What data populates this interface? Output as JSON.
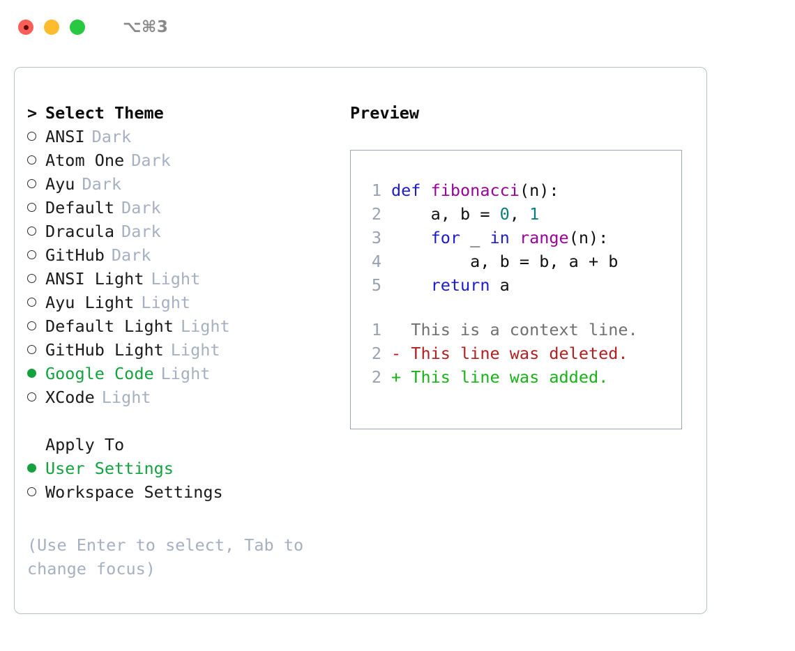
{
  "titlebar": {
    "shortcut": "⌥⌘3",
    "lights": [
      "close-red",
      "minimize-yellow",
      "maximize-green"
    ]
  },
  "left": {
    "heading": {
      "caret": ">",
      "label": "Select Theme"
    },
    "themes": [
      {
        "name": "ANSI",
        "tag": "Dark",
        "selected": false
      },
      {
        "name": "Atom One",
        "tag": "Dark",
        "selected": false
      },
      {
        "name": "Ayu",
        "tag": "Dark",
        "selected": false
      },
      {
        "name": "Default",
        "tag": "Dark",
        "selected": false
      },
      {
        "name": "Dracula",
        "tag": "Dark",
        "selected": false
      },
      {
        "name": "GitHub",
        "tag": "Dark",
        "selected": false
      },
      {
        "name": "ANSI Light",
        "tag": "Light",
        "selected": false
      },
      {
        "name": "Ayu Light",
        "tag": "Light",
        "selected": false
      },
      {
        "name": "Default Light",
        "tag": "Light",
        "selected": false
      },
      {
        "name": "GitHub Light",
        "tag": "Light",
        "selected": false
      },
      {
        "name": "Google Code",
        "tag": "Light",
        "selected": true
      },
      {
        "name": "XCode",
        "tag": "Light",
        "selected": false
      }
    ],
    "apply_to": {
      "heading": "Apply To",
      "options": [
        {
          "name": "User Settings",
          "selected": true
        },
        {
          "name": "Workspace Settings",
          "selected": false
        }
      ]
    },
    "hint": "(Use Enter to select, Tab to change focus)"
  },
  "right": {
    "title": "Preview",
    "code": [
      {
        "lineno": "1",
        "tokens": [
          {
            "t": "def ",
            "c": "kw"
          },
          {
            "t": "fibonacci",
            "c": "fn"
          },
          {
            "t": "(n):",
            "c": "pl"
          }
        ]
      },
      {
        "lineno": "2",
        "tokens": [
          {
            "t": "    a, b = ",
            "c": "pl"
          },
          {
            "t": "0",
            "c": "num"
          },
          {
            "t": ", ",
            "c": "pl"
          },
          {
            "t": "1",
            "c": "num"
          }
        ]
      },
      {
        "lineno": "3",
        "tokens": [
          {
            "t": "    ",
            "c": "pl"
          },
          {
            "t": "for",
            "c": "kw"
          },
          {
            "t": " _ ",
            "c": "pl"
          },
          {
            "t": "in",
            "c": "kw"
          },
          {
            "t": " ",
            "c": "pl"
          },
          {
            "t": "range",
            "c": "fn"
          },
          {
            "t": "(n):",
            "c": "pl"
          }
        ]
      },
      {
        "lineno": "4",
        "tokens": [
          {
            "t": "        a, b = b, a + b",
            "c": "pl"
          }
        ]
      },
      {
        "lineno": "5",
        "tokens": [
          {
            "t": "    ",
            "c": "pl"
          },
          {
            "t": "return",
            "c": "kw"
          },
          {
            "t": " a",
            "c": "pl"
          }
        ]
      }
    ],
    "diff": [
      {
        "lineno": "1",
        "text": "  This is a context line.",
        "kind": "ctx"
      },
      {
        "lineno": "2",
        "text": "- This line was deleted.",
        "kind": "del"
      },
      {
        "lineno": "2",
        "text": "+ This line was added.",
        "kind": "add"
      }
    ]
  },
  "colors": {
    "accent_green": "#13a23e",
    "muted_tag": "#a6b0c0",
    "panel_border": "#b9c0cc",
    "preview_border": "#9aa6b6",
    "gutter": "#98a2b3",
    "syntax_keyword": "#1c1ccc",
    "syntax_function": "#990099",
    "syntax_number": "#0c7d7d",
    "diff_context": "#707070",
    "diff_deleted": "#b31f1f",
    "diff_added": "#17b317"
  }
}
